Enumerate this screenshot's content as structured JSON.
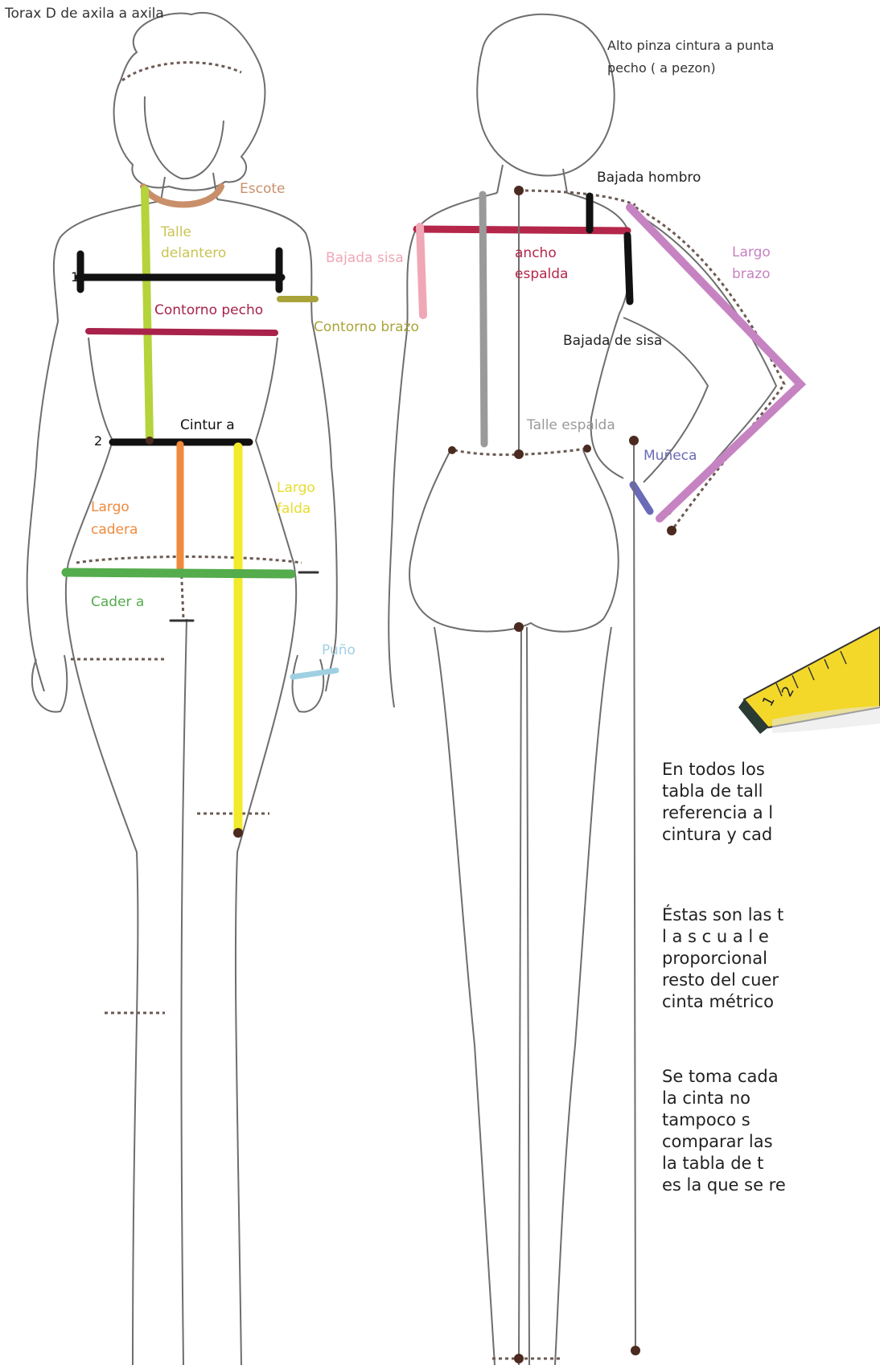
{
  "labels": {
    "torax": "Torax D de axila a axila",
    "alto_pinza_1": "Alto pinza cintura a punta",
    "alto_pinza_2": "pecho ( a pezon)",
    "escote": "Escote",
    "talle_delantero_1": "Talle",
    "talle_delantero_2": "delantero",
    "bajada_sisa_front": "Bajada sisa",
    "num_1": "1",
    "num_2": "2",
    "contorno_pecho": "Contorno pecho",
    "contorno_brazo": "Contorno brazo",
    "cintura": "Cintur a",
    "largo_cadera_1": "Largo",
    "largo_cadera_2": "cadera",
    "largo_falda_1": "Largo",
    "largo_falda_2": "falda",
    "cadera": "Cader a",
    "puno": "Puño",
    "bajada_hombro": "Bajada hombro",
    "ancho_espalda_1": "ancho",
    "ancho_espalda_2": "espalda",
    "largo_brazo_1": "Largo",
    "largo_brazo_2": "brazo",
    "bajada_de_sisa": "Bajada de sisa",
    "talle_espalda": "Talle espalda",
    "muneca": "Muñeca",
    "tape_1": "1",
    "tape_2": "2"
  },
  "paragraphs": [
    [
      "En todos los",
      "tabla de tall",
      "referencia a l",
      "cintura y cad"
    ],
    [
      "Éstas son las t",
      "l a s   c u a l e",
      "proporcional",
      "resto del cuer",
      "cinta métrico"
    ],
    [
      "Se toma cada",
      "la  cinta  no",
      "tampoco    s",
      "comparar las",
      "la tabla de t",
      "es la que se re"
    ]
  ],
  "colors": {
    "outline": "#6e6e6e",
    "dotted": "#6b5a52",
    "black": "#111111",
    "talle_delantero": "#b5d33a",
    "escote": "#c98f6a",
    "bajada_sisa": "#f0a7b6",
    "contorno_brazo": "#a9a43a",
    "contorno_pecho": "#a8224b",
    "largo_cadera": "#f08a3c",
    "largo_falda": "#f2ea2a",
    "cadera": "#54ac4c",
    "puno": "#9fd0e2",
    "ancho_espalda": "#b4274a",
    "talle_espalda": "#9a9a9a",
    "largo_brazo": "#c683c2",
    "muneca": "#6a6ab8",
    "tape_yellow": "#f3d82a",
    "tape_dark": "#2a3b33"
  }
}
